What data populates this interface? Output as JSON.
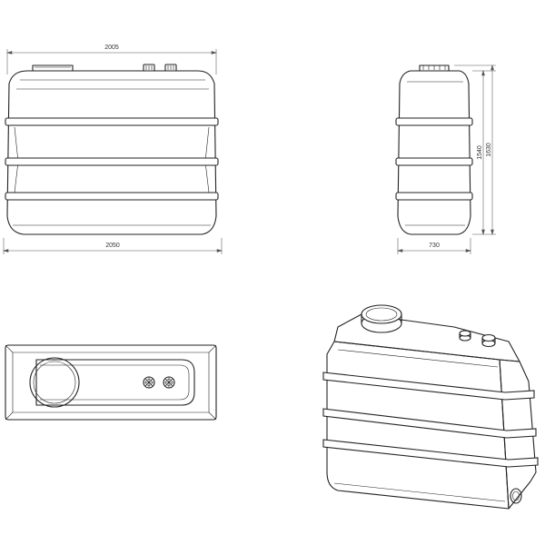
{
  "dimensions": {
    "front_top_width": "2005",
    "front_bottom_width": "2050",
    "side_height_inner": "1540",
    "side_height_outer": "1630",
    "side_width": "730"
  },
  "colors": {
    "line": "#222222",
    "dimension": "#555555",
    "background": "#ffffff"
  }
}
